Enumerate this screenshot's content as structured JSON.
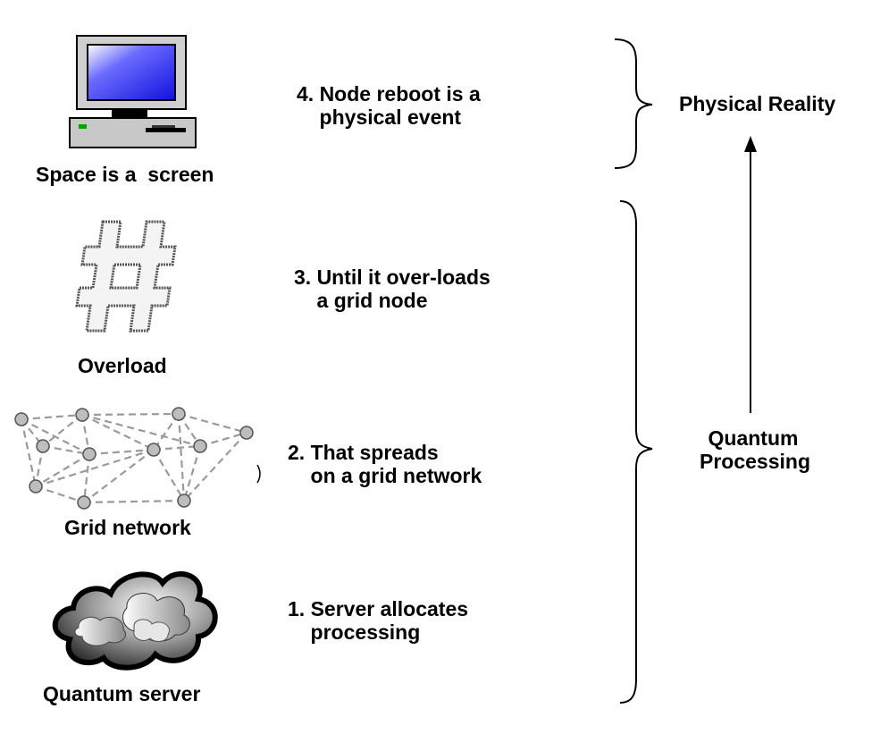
{
  "icons": {
    "computer": "computer-icon",
    "overload": "hash-icon",
    "grid": "grid-network-icon",
    "server": "cloud-icon"
  },
  "left_labels": {
    "screen": "Space is a  screen",
    "overload": "Overload",
    "grid": "Grid network",
    "server": "Quantum server"
  },
  "steps": {
    "step4": "4. Node reboot is a\n    physical event",
    "step3": "3. Until it over-loads\n    a grid node",
    "step2": "2. That spreads\n    on a grid network",
    "step1": "1. Server allocates\n    processing"
  },
  "right_labels": {
    "physical": "Physical Reality",
    "quantum": "Quantum\nProcessing"
  },
  "colors": {
    "screen_blue": "#1a1aff",
    "node_gray": "#bdbdbd",
    "edge_gray": "#9a9a9a"
  }
}
